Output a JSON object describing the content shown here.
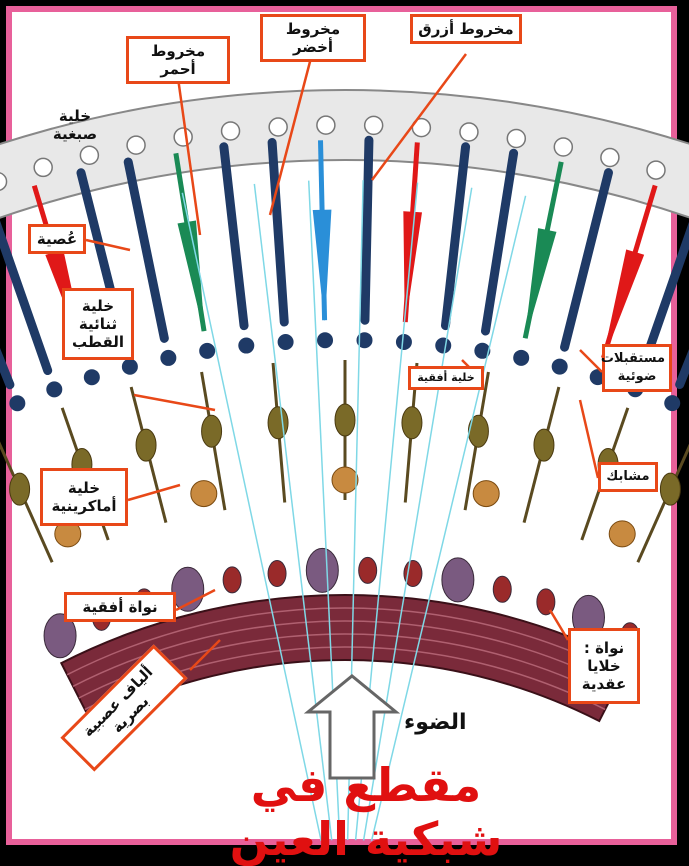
{
  "labels": {
    "red_cone": "مخروط أحمر",
    "green_cone": "مخروط أخضر",
    "blue_cone": "مخروط أزرق",
    "pigment_cell_line1": "خلية",
    "pigment_cell_line2": "صبغية",
    "rod": "عُصية",
    "bipolar_line1": "خلية",
    "bipolar_line2": "ثنائية",
    "bipolar_line3": "القطب",
    "horizontal_cell": "خلية أفقية",
    "photoreceptors_line1": "مستقبلات",
    "photoreceptors_line2": "ضوئية",
    "synapse": "مشابك",
    "amacrine_line1": "خلية",
    "amacrine_line2": "أماكرينية",
    "horizontal_nucleus": "نواة أفقية",
    "ganglion_line1": "نواة :",
    "ganglion_line2": "خلايا",
    "ganglion_line3": "عقدية",
    "optic_fibers_line1": "ألياف عصبية",
    "optic_fibers_line2": "بصرية",
    "light": "الضوء",
    "title": "مقطع في شبكية العين"
  },
  "colors": {
    "border": "#e8609a",
    "label_border": "#e84818",
    "rod": "#1f3a66",
    "red_cone": "#e01818",
    "green_cone": "#1a8a55",
    "blue_cone": "#2a8fd8",
    "light_rays": "#7fd8e6",
    "title": "#e01010",
    "nerve_band": "#7a2a3a"
  }
}
